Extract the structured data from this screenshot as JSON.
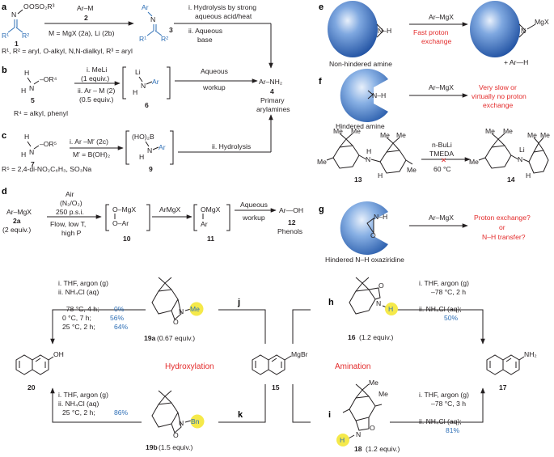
{
  "panels": {
    "a": {
      "label": "a",
      "reagent_top": "Ar–M",
      "reagent_num": "2",
      "reagent_bottom": "M = MgX (2a), Li (2b)",
      "sm_group": "OSO₂R³",
      "sm_num": "1",
      "imine_num": "3",
      "conditions_1": "i. Hydrolysis by strong",
      "conditions_2": "aqueous acid/heat",
      "conditions_3": "ii. Aqueous",
      "conditions_4": "base",
      "footnote": "R¹, R² = aryl, O-alkyl, N,N-dialkyl, R³ = aryl"
    },
    "b": {
      "label": "b",
      "step1": "i. MeLi",
      "step1b": "(1 equiv.)",
      "step2": "ii. Ar – M (2)",
      "step2b": "(0.5 equiv.)",
      "sm_num": "5",
      "int_num": "6",
      "workup_1": "Aqueous",
      "workup_2": "workup",
      "product": "Ar–NH₂",
      "product_num": "4",
      "product_name_1": "Primary",
      "product_name_2": "arylamines",
      "footnote": "R⁴ = alkyl, phenyl"
    },
    "c": {
      "label": "c",
      "step1": "i. Ar –M′ (2c)",
      "step1b": "M′ = B(OH)₂",
      "sm_num": "7",
      "int_num": "9",
      "step2": "ii. Hydrolysis",
      "footnote": "R⁵ = 2,4-di-NO₂C₆H₃, SO₃Na"
    },
    "d": {
      "label": "d",
      "sm": "Ar–MgX",
      "sm_num": "2a",
      "sm_equiv": "(2 equiv.)",
      "cond_1": "Air",
      "cond_2": "(N₂/O₂)",
      "cond_3": "250 p.s.i.",
      "cond_4": "Flow, low T,",
      "cond_5": "high P",
      "int1_num": "10",
      "reagent": "ArMgX",
      "int2_num": "11",
      "workup_1": "Aqueous",
      "workup_2": "workup",
      "product": "Ar—OH",
      "product_num": "12",
      "product_name": "Phenols"
    },
    "e": {
      "label": "e",
      "reagent": "Ar–MgX",
      "result_1": "Fast proton",
      "result_2": "exchange",
      "sm_caption": "Non-hindered amine",
      "side_product": "+ Ar—H"
    },
    "f": {
      "label": "f",
      "reagent": "Ar–MgX",
      "result_1": "Very slow or",
      "result_2": "virtually no proton",
      "result_3": "exchange",
      "sm_caption": "Hindered amine",
      "cond_1": "n-BuLi",
      "cond_2": "TMEDA",
      "cond_3": "60 °C",
      "sm_num": "13",
      "product_num": "14"
    },
    "g": {
      "label": "g",
      "reagent": "Ar–MgX",
      "result_1": "Proton exchange?",
      "result_2": "or",
      "result_3": "N–H transfer?",
      "sm_caption": "Hindered N–H oxaziridine"
    },
    "bottom": {
      "substrate_num": "15",
      "hydroxylation": "Hydroxylation",
      "amination": "Amination",
      "phenol_num": "20",
      "amine_num": "17",
      "j": {
        "label": "j",
        "reagent_num": "19a",
        "reagent_equiv": "(0.67 equiv.)",
        "group": "Me",
        "cond_1": "i. THF, argon (g)",
        "cond_2": "ii. NH₄Cl (aq)",
        "row1_cond": "–78 °C, 4 h;",
        "row1_yield": "0%",
        "row2_cond": "0 °C, 7 h;",
        "row2_yield": "56%",
        "row3_cond": "25 °C, 2 h;",
        "row3_yield": "64%"
      },
      "k": {
        "label": "k",
        "reagent_num": "19b",
        "reagent_equiv": "(1.5 equiv.)",
        "group": "Bn",
        "cond_1": "i. THF, argon (g)",
        "cond_2": "ii. NH₄Cl (aq)",
        "row1_cond": "25 °C, 2 h;",
        "row1_yield": "86%"
      },
      "h": {
        "label": "h",
        "reagent_num": "16",
        "reagent_equiv": "(1.2 equiv.)",
        "cond_1": "i. THF, argon (g)",
        "cond_2": "–78 °C, 2 h",
        "cond_3": "ii. NH₄Cl (aq);",
        "yield": "50%"
      },
      "i": {
        "label": "i",
        "reagent_num": "18",
        "reagent_equiv": "(1.2 equiv.)",
        "cond_1": "i. THF, argon (g)",
        "cond_2": "–78 °C, 3 h",
        "cond_3": "ii. NH₄Cl (aq);",
        "yield": "81%"
      }
    }
  },
  "colors": {
    "blue": "#2e6fb6",
    "red": "#e32b2b",
    "highlight": "#f5e94a",
    "text": "#231f20"
  }
}
